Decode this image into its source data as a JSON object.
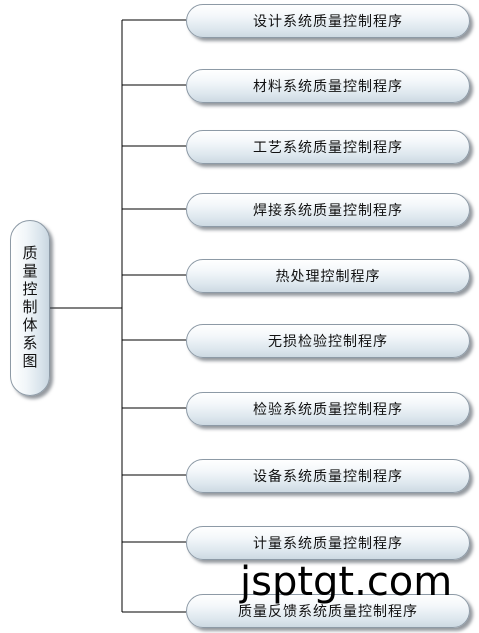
{
  "root": {
    "label": "质量控制体系图"
  },
  "branches": [
    {
      "label": "设计系统质量控制程序"
    },
    {
      "label": "材料系统质量控制程序"
    },
    {
      "label": "工艺系统质量控制程序"
    },
    {
      "label": "焊接系统质量控制程序"
    },
    {
      "label": "热处理控制程序"
    },
    {
      "label": "无损检验控制程序"
    },
    {
      "label": "检验系统质量控制程序"
    },
    {
      "label": "设备系统质量控制程序"
    },
    {
      "label": "计量系统质量控制程序"
    },
    {
      "label": "质量反馈系统质量控制程序"
    }
  ],
  "watermark": {
    "text": "jsptgt.com"
  }
}
